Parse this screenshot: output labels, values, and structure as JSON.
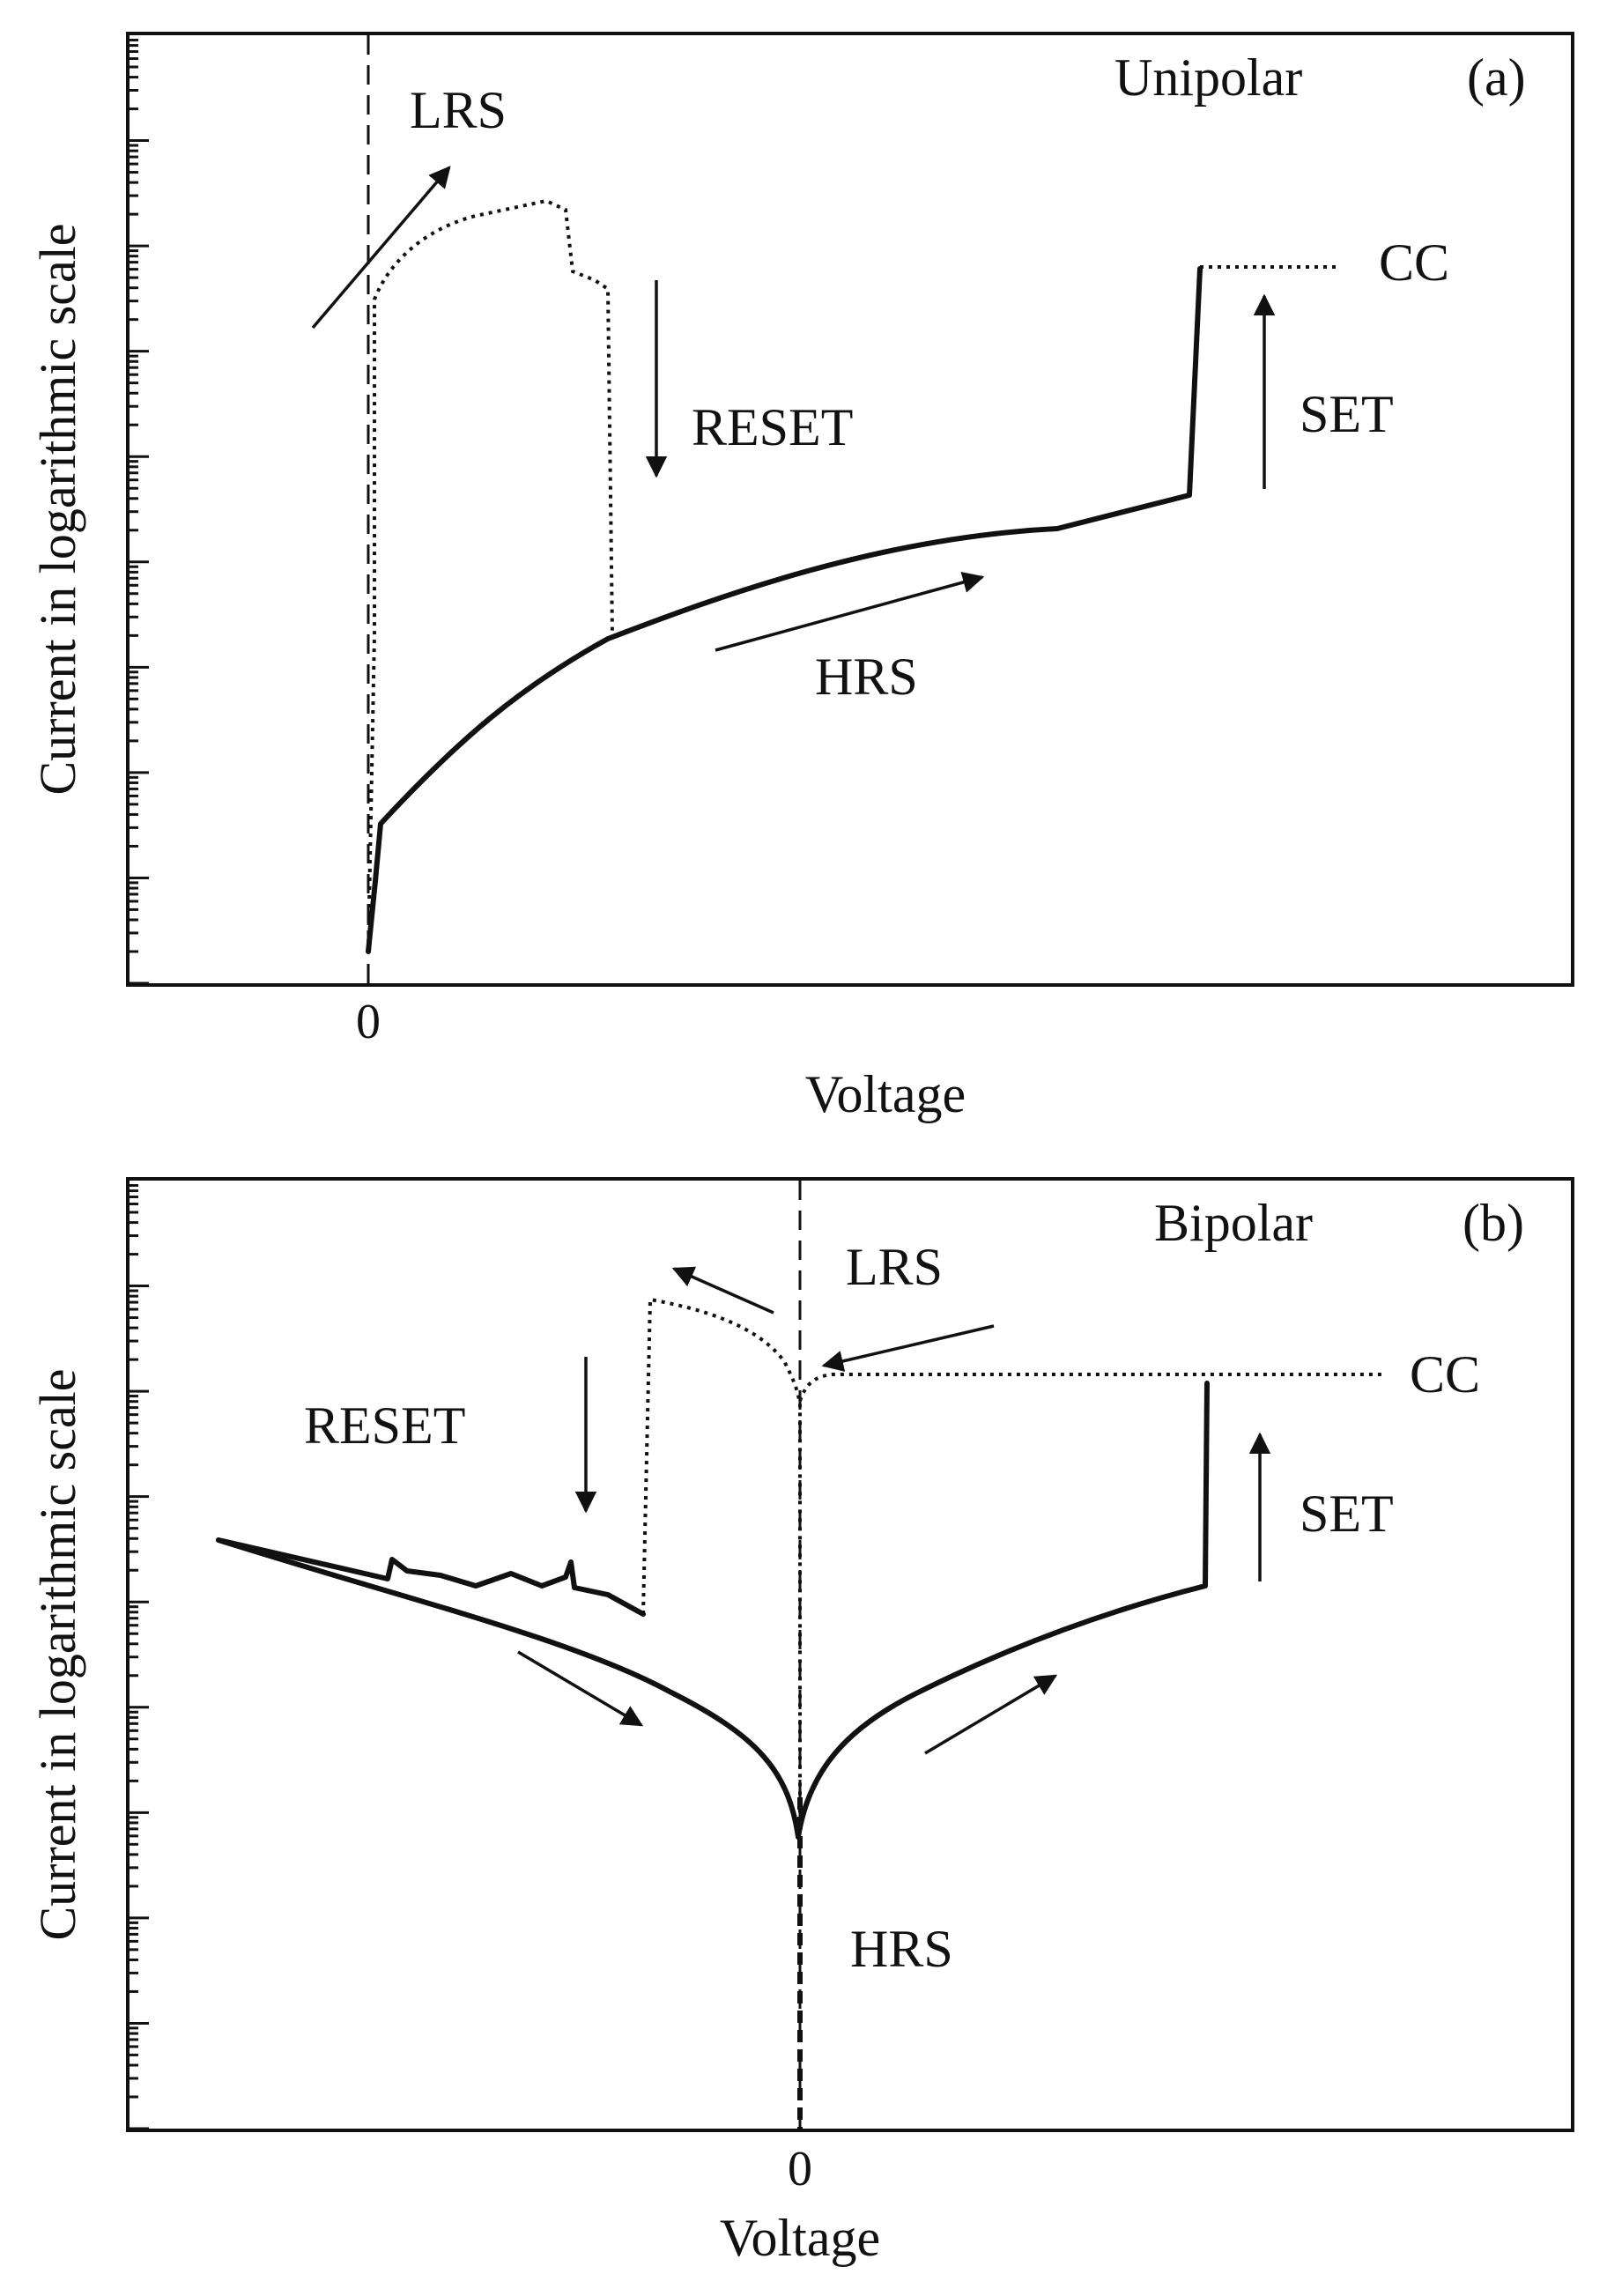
{
  "chart_data": [
    {
      "type": "line",
      "panel": "(a)",
      "mode_label": "Unipolar",
      "xlabel": "Voltage",
      "ylabel": "Current in logarithmic scale",
      "x_tick_labels": [
        "0"
      ],
      "y_scale": "log",
      "grid": false,
      "annotations": [
        "LRS",
        "RESET",
        "HRS",
        "SET",
        "CC"
      ],
      "series": [
        {
          "label": "HRS",
          "style": "solid"
        },
        {
          "label": "LRS",
          "style": "dotted"
        }
      ]
    },
    {
      "type": "line",
      "panel": "(b)",
      "mode_label": "Bipolar",
      "xlabel": "Voltage",
      "ylabel": "Current in logarithmic scale",
      "x_tick_labels": [
        "0"
      ],
      "y_scale": "log",
      "grid": false,
      "annotations": [
        "LRS",
        "RESET",
        "HRS",
        "SET",
        "CC"
      ],
      "series": [
        {
          "label": "HRS",
          "style": "solid"
        },
        {
          "label": "LRS",
          "style": "dotted"
        }
      ]
    }
  ]
}
